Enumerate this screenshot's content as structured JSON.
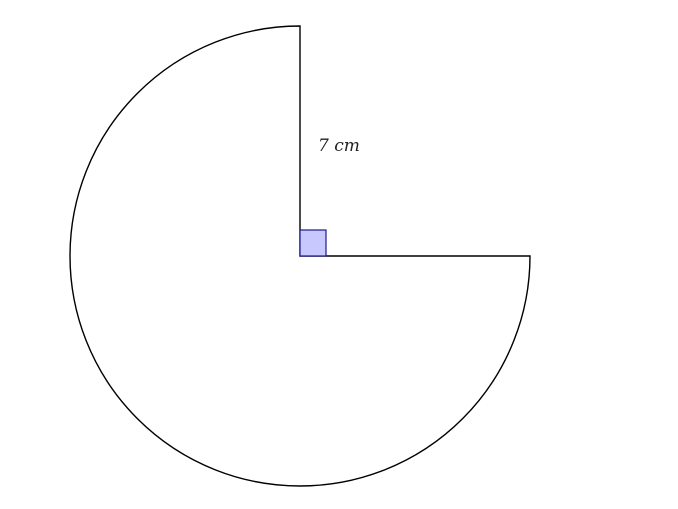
{
  "figure": {
    "radius_label": "7 cm",
    "shape": "three-quarter circle sector",
    "missing_angle_degrees": 90,
    "right_angle_marker": true,
    "colors": {
      "outline": "#000000",
      "right_angle_fill": "#c8c8ff",
      "right_angle_stroke": "#1a1a8c",
      "background": "#ffffff"
    }
  }
}
